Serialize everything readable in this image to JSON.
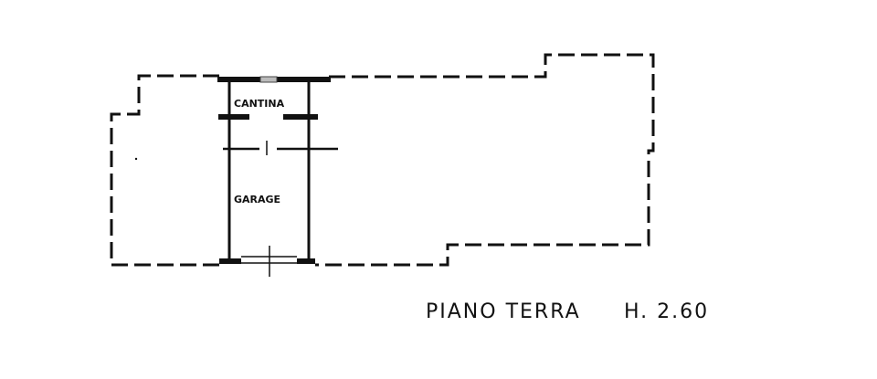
{
  "drawing": {
    "type": "floor-plan",
    "rooms": [
      {
        "id": "cantina",
        "label": "CANTINA"
      },
      {
        "id": "garage",
        "label": "GARAGE"
      }
    ],
    "caption": {
      "level": "PIANO TERRA",
      "height_label": "H. 2.60"
    },
    "colors": {
      "ink": "#111111",
      "background": "#ffffff"
    }
  }
}
